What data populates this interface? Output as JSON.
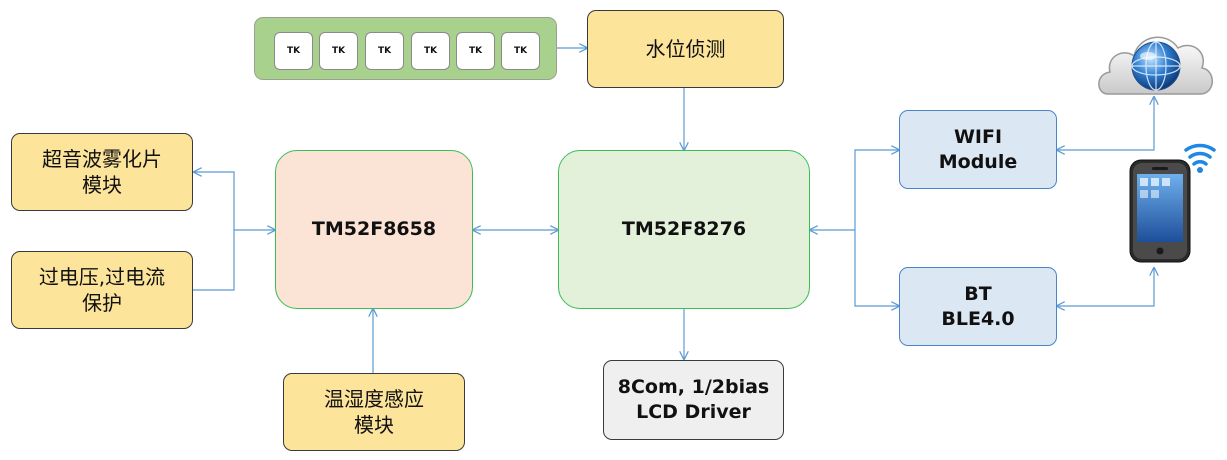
{
  "touch_keys": [
    "TK",
    "TK",
    "TK",
    "TK",
    "TK",
    "TK"
  ],
  "blocks": {
    "water_level": "水位侦测",
    "ultrasonic": [
      "超音波雾化片",
      "模块"
    ],
    "protection": [
      "过电压,过电流",
      "保护"
    ],
    "mcu_left": "TM52F8658",
    "mcu_main": "TM52F8276",
    "temp_humidity": [
      "温湿度感应",
      "模块"
    ],
    "lcd": [
      "8Com, 1/2bias",
      "LCD Driver"
    ],
    "wifi": [
      "WIFI",
      "Module"
    ],
    "bt": [
      "BT",
      "BLE4.0"
    ]
  },
  "icons": [
    "cloud-globe-icon",
    "smartphone-wifi-icon"
  ],
  "colors": {
    "line": "#5b9bd5",
    "yellow_fill": "#fde49b",
    "tk_strip_fill": "#a9d18e",
    "pink_fill": "#fbe4d6",
    "mint_fill": "#e3f1da",
    "chip_border": "#3dbb55",
    "blue_fill": "#dce7f4",
    "blue_border": "#4a86c6",
    "grey_fill": "#efefef"
  }
}
